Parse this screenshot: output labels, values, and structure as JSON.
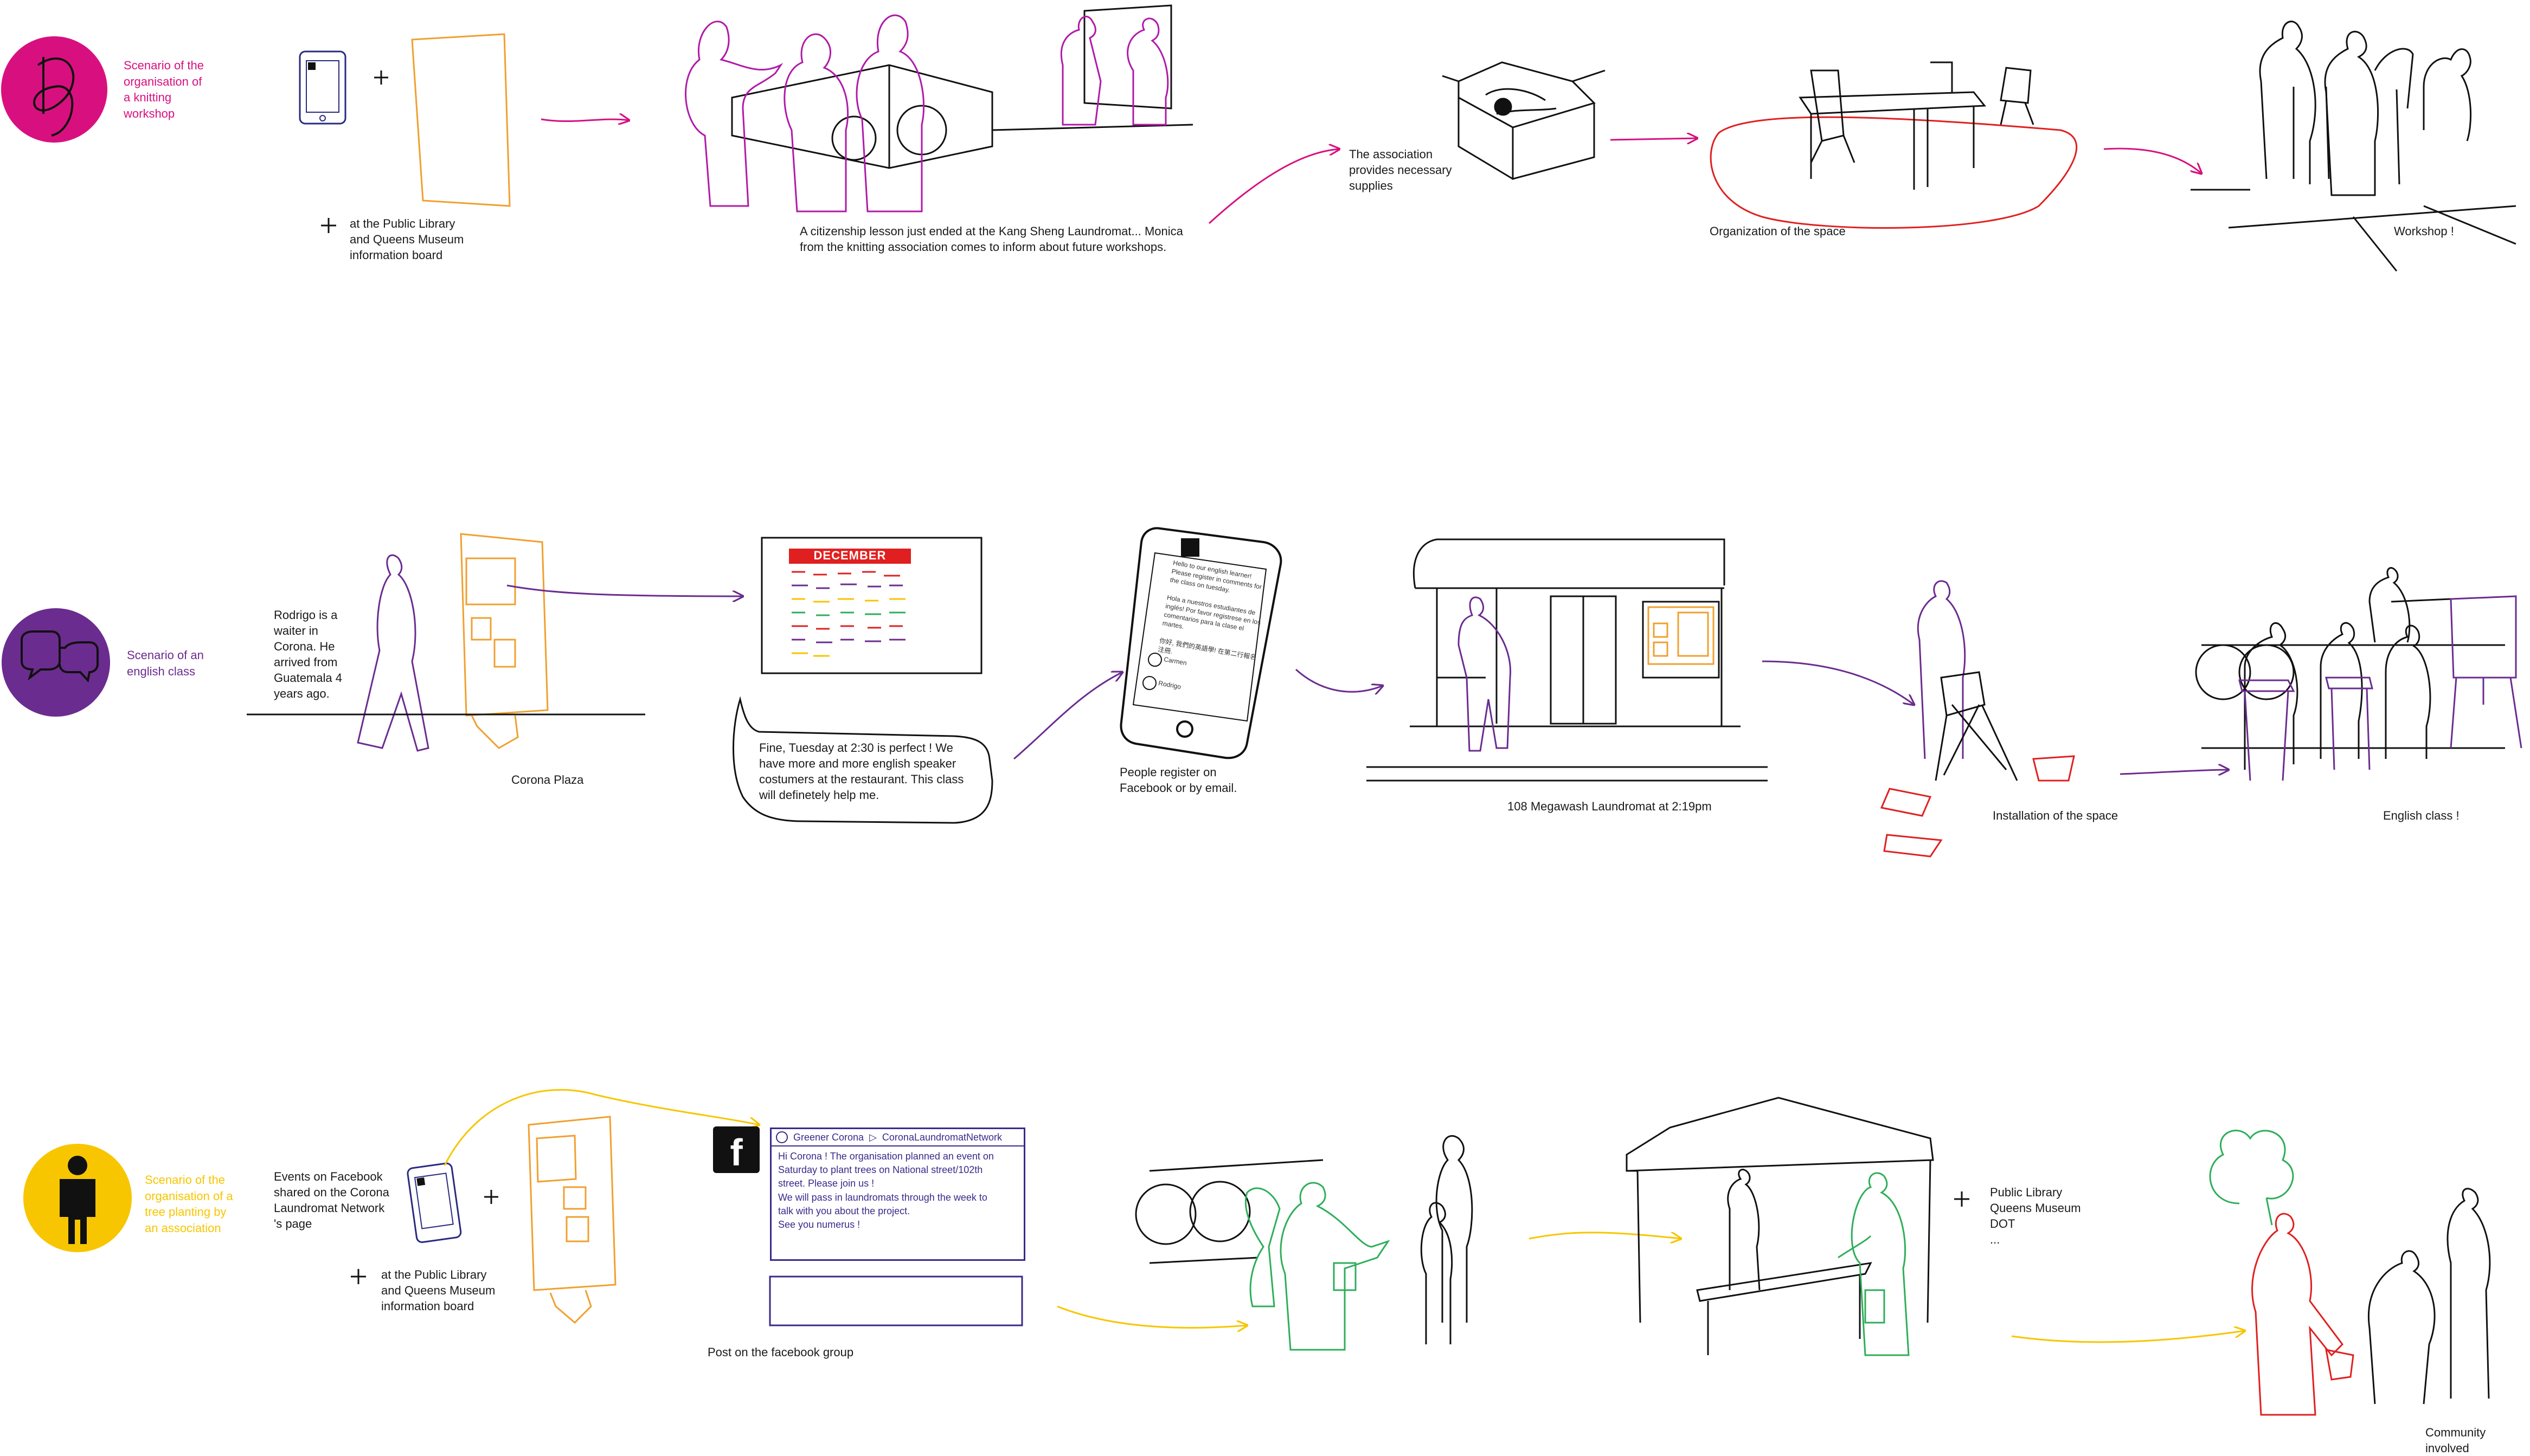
{
  "colors": {
    "magenta": "#d8107f",
    "purple": "#6b2c8f",
    "yellow": "#f7c600",
    "red": "#e02020",
    "green": "#2fae5a",
    "orange": "#f0a030",
    "navy": "#2a2a80"
  },
  "row1": {
    "scenario": "Scenario of the\norganisation of\na knitting\nworkshop",
    "board_note": "at the Public Library\nand Queens Museum\ninformation board",
    "citizenship": "A citizenship lesson just ended at the Kang Sheng Laundromat... Monica\nfrom the knitting association comes to inform about future workshops.",
    "supplies": "The association\nprovides necessary\nsupplies",
    "space": "Organization of the space",
    "workshop": "Workshop !"
  },
  "row2": {
    "scenario": "Scenario of an\nenglish class",
    "rodrigo": "Rodrigo is a\nwaiter in\nCorona. He\narrived from\nGuatemala 4\nyears ago.",
    "plaza": "Corona Plaza",
    "calendar_title": "DECEMBER",
    "speech": "Fine, Tuesday at 2:30 is perfect ! We\nhave more and more english speaker\ncostumers at the restaurant. This class\nwill definetely help me.",
    "register": "People register on\nFacebook or by email.",
    "phone_text": "Hello to our english learner!\nPlease register in comments for\nthe class on tuesday.\n\nHola a nuestros estudiantes de\ninglés! Por favor registrese en los\ncomentarios para la clase el\nmartes.\n\n你好, 我們的英語學! 在第二行報名\n注冊.",
    "phone_opt1": "Carmen",
    "phone_opt2": "Rodrigo",
    "laundromat": "108 Megawash Laundromat at 2:19pm",
    "installation": "Installation of the space",
    "english": "English class !"
  },
  "row3": {
    "scenario": "Scenario of the\norganisation of a\ntree planting by\nan association",
    "events": "Events on Facebook\nshared on the Corona\nLaundromat Network\n's page",
    "board_note": "at the Public Library\nand Queens Museum\ninformation board",
    "fb_group": "Greener Corona",
    "fb_arrow": "▷",
    "fb_page": "CoronaLaundromatNetwork",
    "fb_body": "Hi Corona ! The organisation planned an event on\nSaturday to plant trees on National street/102th\nstreet. Please join us !\nWe will pass in laundromats through the week to\ntalk with you about the project.\nSee you numerus !",
    "post_caption": "Post on the facebook group",
    "partners": "Public Library\nQueens Museum\nDOT\n...",
    "community": "Community involved"
  },
  "icons": [
    "facebook-icon",
    "knot-icon",
    "speech-bubbles-icon",
    "person-icon",
    "plus-icon"
  ]
}
